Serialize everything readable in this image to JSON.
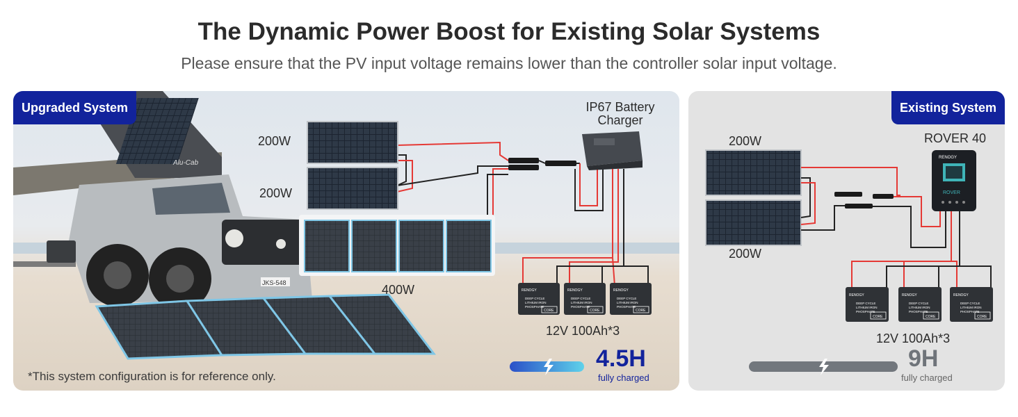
{
  "header": {
    "title": "The Dynamic Power Boost for Existing Solar Systems",
    "subtitle": "Please ensure that the PV input voltage remains lower than the controller solar input voltage."
  },
  "upgraded": {
    "tag": "Upgraded System",
    "charger_label_1": "IP67 Battery",
    "charger_label_2": "Charger",
    "panel_a_label": "200W",
    "panel_b_label": "200W",
    "portable_label": "400W",
    "battery_label": "12V 100Ah*3",
    "charge_time": "4.5H",
    "charge_caption": "fully charged",
    "disclaimer": "*This system configuration is for reference only.",
    "rack_brand": "Alu-Cab",
    "plate": "JKS-548",
    "battery_brand": "RENOGY",
    "battery_text_1": "DEEP CYCLE",
    "battery_text_2": "LITHIUM IRON",
    "battery_text_3": "PHOSPHATE",
    "battery_badge": "CORE"
  },
  "existing": {
    "tag": "Existing System",
    "controller_label": "ROVER 40",
    "panel_a_label": "200W",
    "panel_b_label": "200W",
    "battery_label": "12V 100Ah*3",
    "charge_time": "9H",
    "charge_caption": "fully charged",
    "controller_brand": "RENOGY",
    "controller_model": "ROVER"
  },
  "colors": {
    "accent": "#12239c",
    "charge_fast": "#2a50c8",
    "wire_pos": "#e53935",
    "wire_neg": "#222222"
  }
}
